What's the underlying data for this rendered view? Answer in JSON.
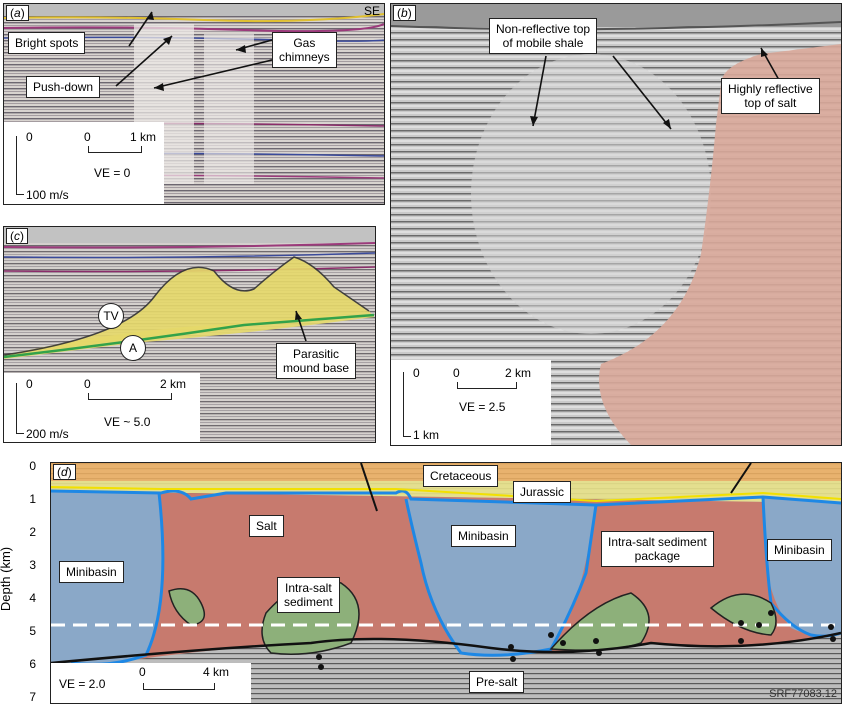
{
  "panel_a": {
    "tag": "a",
    "orient": "SE",
    "labels": {
      "bright": "Bright spots",
      "push": "Push-down",
      "gas": "Gas\nchimneys"
    },
    "scale": {
      "top": "0",
      "bottom": "100 m/s",
      "bar_left": "0",
      "bar_right": "1 km",
      "ve": "VE = 0"
    }
  },
  "panel_b": {
    "tag": "b",
    "labels": {
      "shale": "Non-reflective top\nof mobile shale",
      "salt": "Highly reflective\ntop of salt"
    },
    "scale": {
      "top": "0",
      "bottom": "1 km",
      "bar_left": "0",
      "bar_right": "2 km",
      "ve": "VE = 2.5"
    }
  },
  "panel_c": {
    "tag": "c",
    "labels": {
      "tv": "TV",
      "a": "A",
      "mound": "Parasitic\nmound base"
    },
    "scale": {
      "top": "0",
      "bottom": "200 m/s",
      "bar_left": "0",
      "bar_right": "2 km",
      "ve": "VE ~ 5.0"
    }
  },
  "panel_d": {
    "tag": "d",
    "y_label": "Depth (km)",
    "y_ticks": [
      "0",
      "1",
      "2",
      "3",
      "4",
      "5",
      "6",
      "7"
    ],
    "labels": {
      "cretaceous": "Cretaceous",
      "jurassic": "Jurassic",
      "salt": "Salt",
      "minibasin1": "Minibasin",
      "minibasin2": "Minibasin",
      "minibasin3": "Minibasin",
      "intra1": "Intra-salt\nsediment",
      "intra2": "Intra-salt sediment\npackage",
      "presalt": "Pre-salt"
    },
    "scale": {
      "ve": "VE = 2.0",
      "bar_left": "0",
      "bar_right": "4 km"
    },
    "code": "SRF77083.12"
  },
  "colors": {
    "salt": "#c77a6e",
    "minibasin": "#8aa8c8",
    "intra": "#8db07a",
    "mound": "#e6d96a",
    "top_salt": "#1e88e5",
    "jurassic": "#f2e000"
  }
}
